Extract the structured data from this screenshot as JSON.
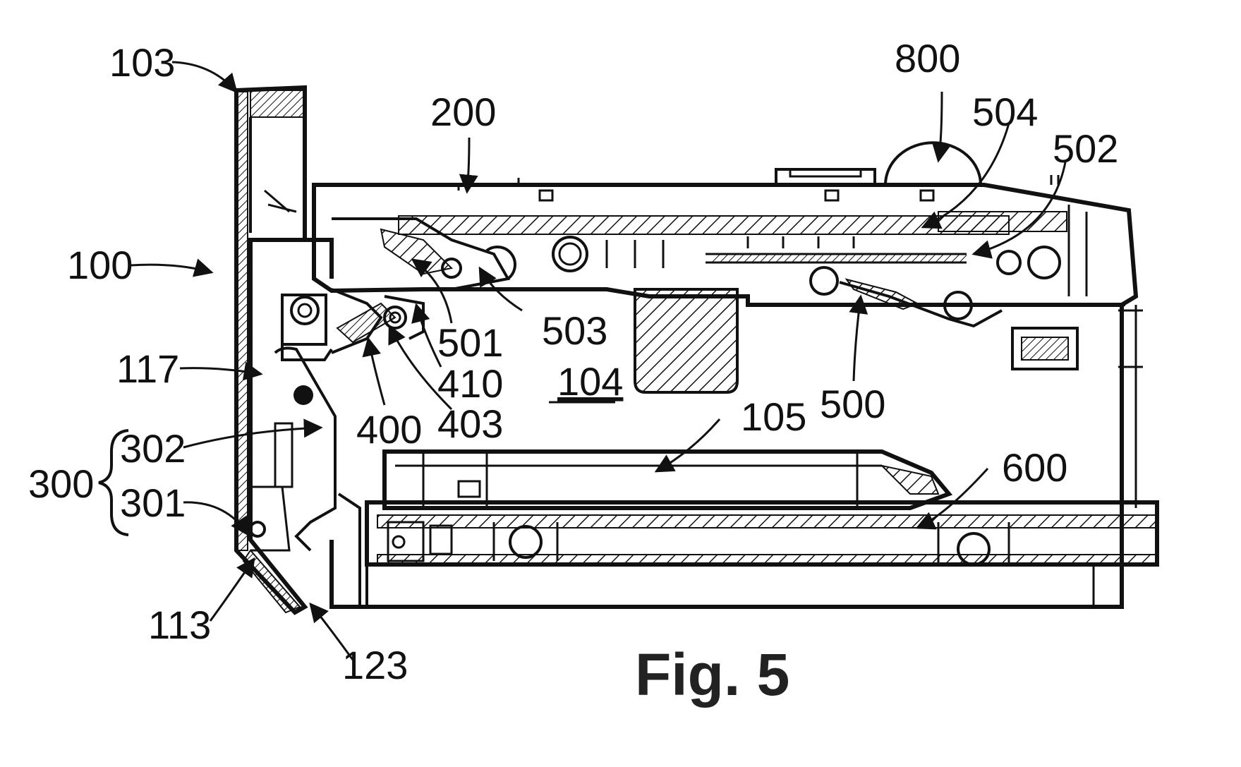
{
  "figure": {
    "caption": "Fig. 5",
    "ref_104": "104",
    "labels": {
      "l100": "100",
      "l103": "103",
      "l105": "105",
      "l113": "113",
      "l117": "117",
      "l123": "123",
      "l200": "200",
      "l300": "300",
      "l301": "301",
      "l302": "302",
      "l400": "400",
      "l403": "403",
      "l410": "410",
      "l500": "500",
      "l501": "501",
      "l502": "502",
      "l503": "503",
      "l504": "504",
      "l600": "600",
      "l800": "800"
    }
  }
}
